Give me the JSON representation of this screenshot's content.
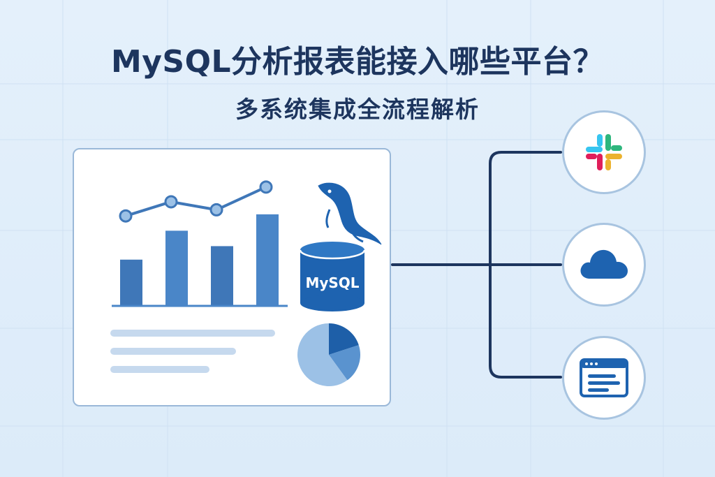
{
  "header": {
    "title": "MySQL分析报表能接入哪些平台？",
    "subtitle": "多系统集成全流程解析"
  },
  "database": {
    "label": "MySQL",
    "icon": "mysql-dolphin-icon"
  },
  "report": {
    "bar_values": [
      0.48,
      0.78,
      0.62,
      0.95
    ],
    "line_values": [
      0.35,
      0.58,
      0.45,
      0.82
    ],
    "pie_shares": [
      0.2,
      0.2,
      0.6
    ],
    "text_line_count": 3
  },
  "platforms": [
    {
      "icon": "slack-icon"
    },
    {
      "icon": "cloud-icon"
    },
    {
      "icon": "browser-window-icon"
    }
  ],
  "colors": {
    "title": "#1d355e",
    "bar": "#4a86c8",
    "bar_dark": "#3f77b8",
    "database": "#1e63b0",
    "pie_dark": "#1e5fa8",
    "pie_mid": "#5a93cf",
    "pie_light": "#9cc1e6",
    "connector": "#1d355e",
    "card_border": "#9ab8d8",
    "slack_blue": "#36c5f0",
    "slack_green": "#2eb67d",
    "slack_red": "#e01e5a",
    "slack_yellow": "#ecb22e"
  }
}
